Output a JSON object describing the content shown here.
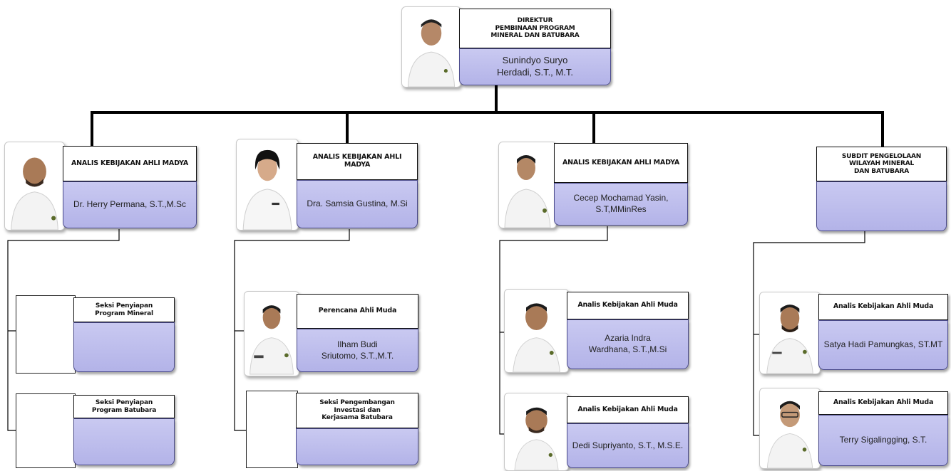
{
  "director": {
    "title": "DIREKTUR\nPEMBINAAN PROGRAM\nMINERAL DAN BATUBARA",
    "name": "Sunindyo Suryo\nHerdadi, S.T., M.T."
  },
  "level2": [
    {
      "title": "ANALIS KEBIJAKAN AHLI MADYA",
      "name": "Dr. Herry Permana, S.T.,M.Sc"
    },
    {
      "title": "ANALIS KEBIJAKAN AHLI\nMADYA",
      "name": "Dra. Samsia Gustina, M.Si"
    },
    {
      "title": "ANALIS KEBIJAKAN AHLI MADYA",
      "name": "Cecep Mochamad Yasin,\nS.T,MMinRes"
    },
    {
      "title": "SUBDIT PENGELOLAAN\nWILAYAH MINERAL\nDAN BATUBARA",
      "name": ""
    }
  ],
  "level3": [
    {
      "title": "Seksi Penyiapan\nProgram Mineral",
      "name": ""
    },
    {
      "title": "Seksi Penyiapan\nProgram Batubara",
      "name": ""
    },
    {
      "title": "Perencana Ahli Muda",
      "name": "Ilham Budi\nSriutomo, S.T.,M.T."
    },
    {
      "title": "Seksi Pengembangan\nInvestasi dan\nKerjasama Batubara",
      "name": ""
    },
    {
      "title": "Analis Kebijakan Ahli Muda",
      "name": "Azaria Indra\nWardhana, S.T.,M.Si"
    },
    {
      "title": "Analis Kebijakan Ahli Muda",
      "name": "Dedi Supriyanto, S.T., M.S.E."
    },
    {
      "title": "Analis Kebijakan Ahli Muda",
      "name": "Satya Hadi Pamungkas, ST.MT"
    },
    {
      "title": "Analis Kebijakan Ahli Muda",
      "name": "Terry Sigalingging, S.T."
    }
  ]
}
